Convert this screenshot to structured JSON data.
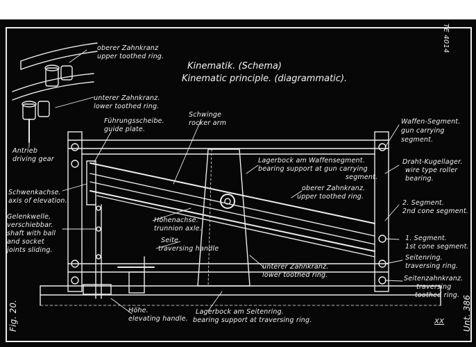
{
  "colors": {
    "background": "#070707",
    "ink": "#f2f2f2",
    "paper": "#ffffff"
  },
  "title": {
    "de": "Kinematik. (Schema)",
    "en": "Kinematic principle. (diagrammatic)."
  },
  "ref_code": "TE 4014",
  "figure": "Fig. 20.",
  "plate_no": "Unt. 386",
  "plate_roman": "XX",
  "labels": {
    "upper_ring_de": "oberer Zahnkranz",
    "upper_ring_en": "upper toothed ring.",
    "lower_ring_de": "unterer Zahnkranz.",
    "lower_ring_en": "lower toothed ring.",
    "drive_de": "Antrieb",
    "drive_en": "driving gear",
    "guide_de": "Führungsscheibe.",
    "guide_en": "guide plate.",
    "rocker_de": "Schwinge",
    "rocker_en": "rocker arm",
    "gun_seg_de": "Waffen-Segment.",
    "gun_seg_en1": "gun carrying",
    "gun_seg_en2": "segment.",
    "bearing_gun_de": "Lagerbock am Waffensegment.",
    "bearing_gun_en1": "bearing support at gun carrying",
    "bearing_gun_en2": "segment.",
    "wire_de": "Draht-Kugellager.",
    "wire_en1": "wire type roller",
    "wire_en2": "bearing.",
    "elev_axis_de": "Schwenkachse.",
    "elev_axis_en": "axis of elevation.",
    "upper_ring2_de": "oberer Zahnkranz.",
    "upper_ring2_en": "upper toothed ring.",
    "seg2_de": "2. Segment.",
    "seg2_en": "2nd cone segment.",
    "shaft_de1": "Gelenkwelle,",
    "shaft_de2": "verschiebbar.",
    "shaft_en1": "shaft with ball",
    "shaft_en2": "and socket",
    "shaft_en3": "joints sliding.",
    "trunnion_de": "Höhenachse.",
    "trunnion_en": "trunnion axle.",
    "rope_de": "Seite",
    "rope_en": "traversing handle",
    "seg1_de": "1. Segment.",
    "seg1_en": "1st cone segment.",
    "tring_de": "Seitenring.",
    "tring_en": "traversing ring.",
    "lower_ring2_de": "unterer Zahnkranz.",
    "lower_ring2_en": "lower toothed ring.",
    "tzk_de": "Seitenzahnkranz.",
    "tzk_en1": "traversing",
    "tzk_en2": "toothed ring.",
    "height_de": "Höhe.",
    "height_en": "elevating handle.",
    "bearing_tr_de": "Lagerbock am Seitenring.",
    "bearing_tr_en": "bearing support at traversing ring."
  }
}
